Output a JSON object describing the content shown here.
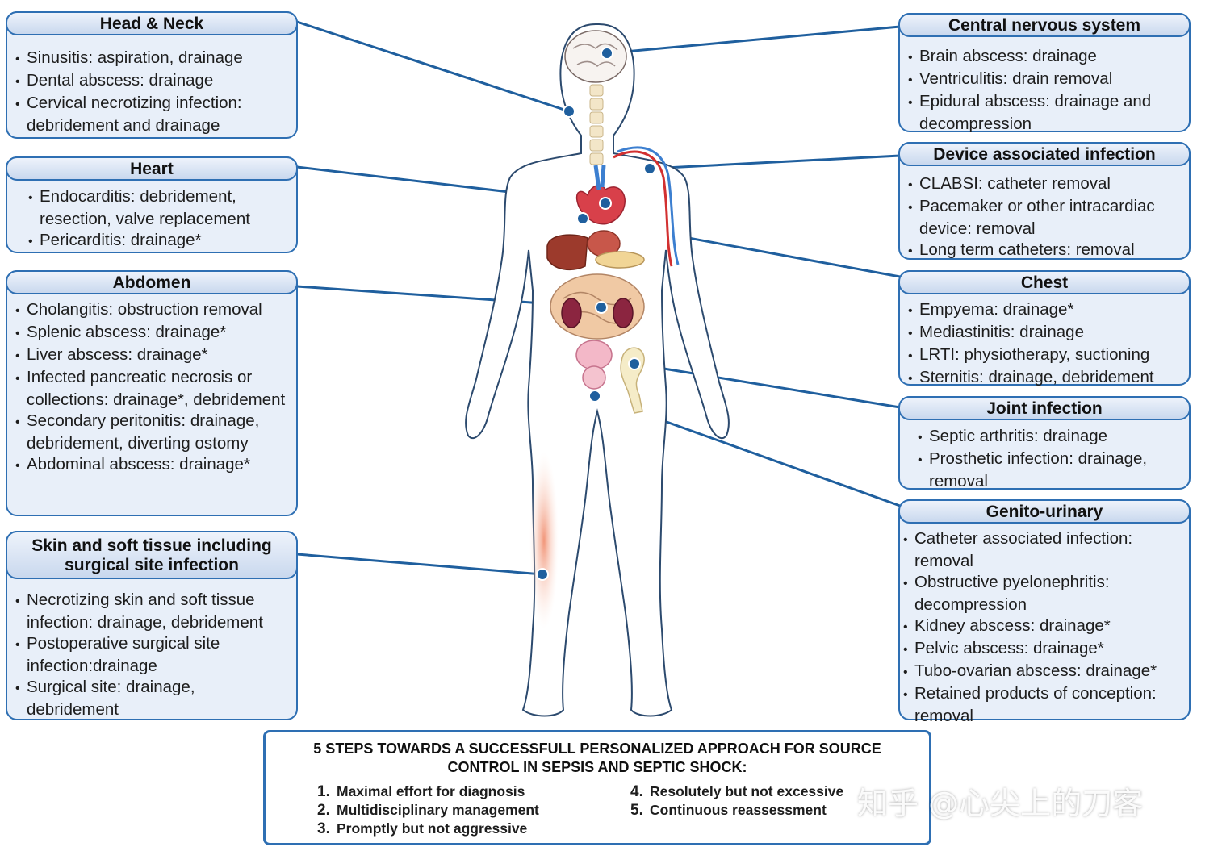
{
  "boxes": {
    "head_neck": {
      "title": "Head & Neck",
      "items": [
        "Sinusitis: aspiration, drainage",
        "Dental abscess: drainage",
        "Cervical necrotizing infection: debridement and drainage"
      ]
    },
    "heart": {
      "title": "Heart",
      "items": [
        "Endocarditis: debridement, resection, valve replacement",
        "Pericarditis: drainage*"
      ]
    },
    "abdomen": {
      "title": "Abdomen",
      "items": [
        "Cholangitis: obstruction removal",
        "Splenic abscess: drainage*",
        "Liver abscess: drainage*",
        "Infected pancreatic necrosis or collections: drainage*, debridement",
        "Secondary peritonitis: drainage, debridement, diverting ostomy",
        "Abdominal abscess: drainage*"
      ]
    },
    "skin": {
      "title_line1": "Skin and soft tissue including",
      "title_line2": "surgical site infection",
      "items": [
        "Necrotizing skin and soft tissue infection: drainage, debridement",
        "Postoperative surgical site infection:drainage",
        "Surgical site: drainage, debridement"
      ]
    },
    "cns": {
      "title": "Central nervous system",
      "items": [
        "Brain abscess: drainage",
        "Ventriculitis: drain removal",
        "Epidural abscess: drainage and decompression"
      ]
    },
    "device": {
      "title": "Device associated infection",
      "items": [
        "CLABSI: catheter removal",
        "Pacemaker or other intracardiac device: removal",
        "Long term catheters: removal"
      ]
    },
    "chest": {
      "title": "Chest",
      "items": [
        "Empyema: drainage*",
        "Mediastinitis: drainage",
        "LRTI: physiotherapy, suctioning",
        "Sternitis: drainage, debridement"
      ]
    },
    "joint": {
      "title": "Joint infection",
      "items": [
        "Septic arthritis: drainage",
        "Prosthetic infection: drainage, removal"
      ]
    },
    "gu": {
      "title": "Genito-urinary",
      "items": [
        "Catheter associated infection: removal",
        "Obstructive pyelonephritis: decompression",
        "Kidney abscess: drainage*",
        "Pelvic abscess: drainage*",
        "Tubo-ovarian abscess: drainage*",
        "Retained products of conception: removal"
      ]
    }
  },
  "steps": {
    "title_line1": "5 STEPS TOWARDS A SUCCESSFULL PERSONALIZED APPROACH FOR SOURCE",
    "title_line2": "CONTROL IN SEPSIS AND SEPTIC SHOCK:",
    "items": [
      {
        "n": "1.",
        "text": "Maximal effort for diagnosis"
      },
      {
        "n": "2.",
        "text": "Multidisciplinary management"
      },
      {
        "n": "3.",
        "text": "Promptly but not aggressive"
      },
      {
        "n": "4.",
        "text": "Resolutely but not excessive"
      },
      {
        "n": "5.",
        "text": "Continuous reassessment"
      }
    ]
  },
  "watermark": "知乎 @心尖上的刀客",
  "colors": {
    "accent": "#2e6fb3",
    "connector": "#1f5f9e",
    "box_fill": "#e8eff9"
  }
}
